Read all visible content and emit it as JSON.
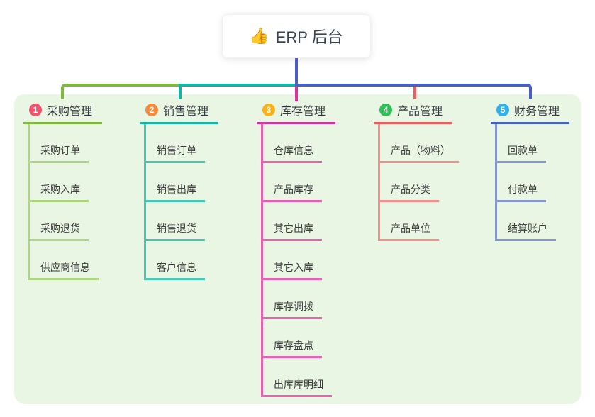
{
  "root": {
    "icon": "👍",
    "label": "ERP 后台"
  },
  "colors": {
    "canvas_bg": "#ffffff",
    "panel_bg": "#e8f6e3",
    "root_stem": "#4a5ec6",
    "root_text": "#3a4458",
    "header_text": "#33383f",
    "child_text": "#3c3c3c"
  },
  "branches": [
    {
      "number": "1",
      "label": "采购管理",
      "badge_color": "#f4516c",
      "line_color": "#7cb93e",
      "child_line_color": "#aed581",
      "children": [
        "采购订单",
        "采购入库",
        "采购退货",
        "供应商信息"
      ]
    },
    {
      "number": "2",
      "label": "销售管理",
      "badge_color": "#f78b3b",
      "line_color": "#16b3a2",
      "child_line_color": "#49c6b6",
      "children": [
        "销售订单",
        "销售出库",
        "销售退货",
        "客户信息"
      ]
    },
    {
      "number": "3",
      "label": "库存管理",
      "badge_color": "#f9b115",
      "line_color": "#d4369e",
      "child_line_color": "#ea5fb2",
      "children": [
        "仓库信息",
        "产品库存",
        "其它出库",
        "其它入库",
        "库存调拨",
        "库存盘点",
        "出库库明细"
      ]
    },
    {
      "number": "4",
      "label": "产品管理",
      "badge_color": "#2fbf57",
      "line_color": "#f25c5c",
      "child_line_color": "#f5908c",
      "children": [
        "产品（物料）",
        "产品分类",
        "产品单位"
      ]
    },
    {
      "number": "5",
      "label": "财务管理",
      "badge_color": "#2fb1ea",
      "line_color": "#4661c4",
      "child_line_color": "#8495cf",
      "children": [
        "回款单",
        "付款单",
        "结算账户"
      ]
    }
  ]
}
